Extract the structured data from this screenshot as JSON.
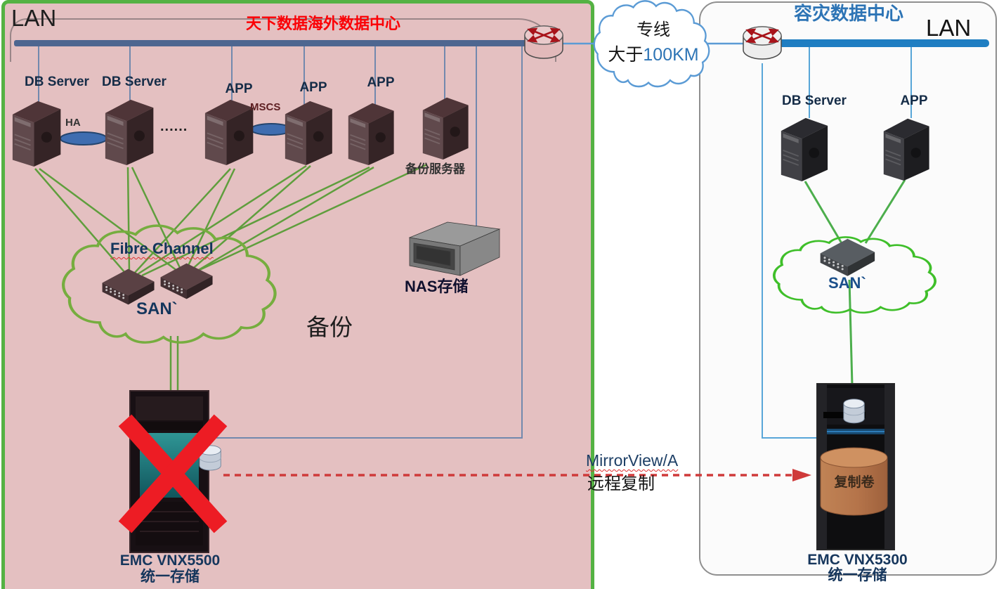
{
  "left_panel": {
    "title": "天下数据海外数据中心",
    "lan_label": "LAN",
    "servers": [
      {
        "label": "DB Server"
      },
      {
        "label": "DB Server"
      },
      {
        "label": "APP"
      },
      {
        "label": "APP"
      },
      {
        "label": "APP"
      },
      {
        "label": "备份服务器"
      }
    ],
    "ha_label": "HA",
    "mscs_label": "MSCS",
    "ellipsis": "......",
    "fibre_channel_label": "Fibre Channel",
    "san_label": "SAN`",
    "nas_label": "NAS存储",
    "backup_label": "备份",
    "storage_name": "EMC VNX5500",
    "storage_type": "统一存储"
  },
  "wan": {
    "label_line1": "专线",
    "label_line2_prefix": "大于",
    "label_line2_distance": "100KM"
  },
  "replication": {
    "protocol": "MirrorView/A",
    "description": "远程复制"
  },
  "right_panel": {
    "title": "容灾数据中心",
    "lan_label": "LAN",
    "servers": [
      {
        "label": "DB Server"
      },
      {
        "label": "APP"
      }
    ],
    "san_label": "SAN`",
    "volume_label": "复制卷",
    "storage_name": "EMC VNX5300",
    "storage_type": "统一存储"
  },
  "colors": {
    "left_panel_bg": "#e4c0c1",
    "left_panel_border": "#54b243",
    "right_panel_bg": "#fbfbfb",
    "title_left_red": "#fb0005",
    "title_right_blue": "#2d74b5",
    "lan_bar_left": "#4e6690",
    "lan_bar_right": "#1f7ec2",
    "san_link_green": "#5f9e3d",
    "san_cloud_green": "#76ad3f",
    "wan_cloud_blue": "#5b9bd5",
    "replication_red": "#cf3a3a",
    "failure_x_red": "#ed1c24"
  }
}
